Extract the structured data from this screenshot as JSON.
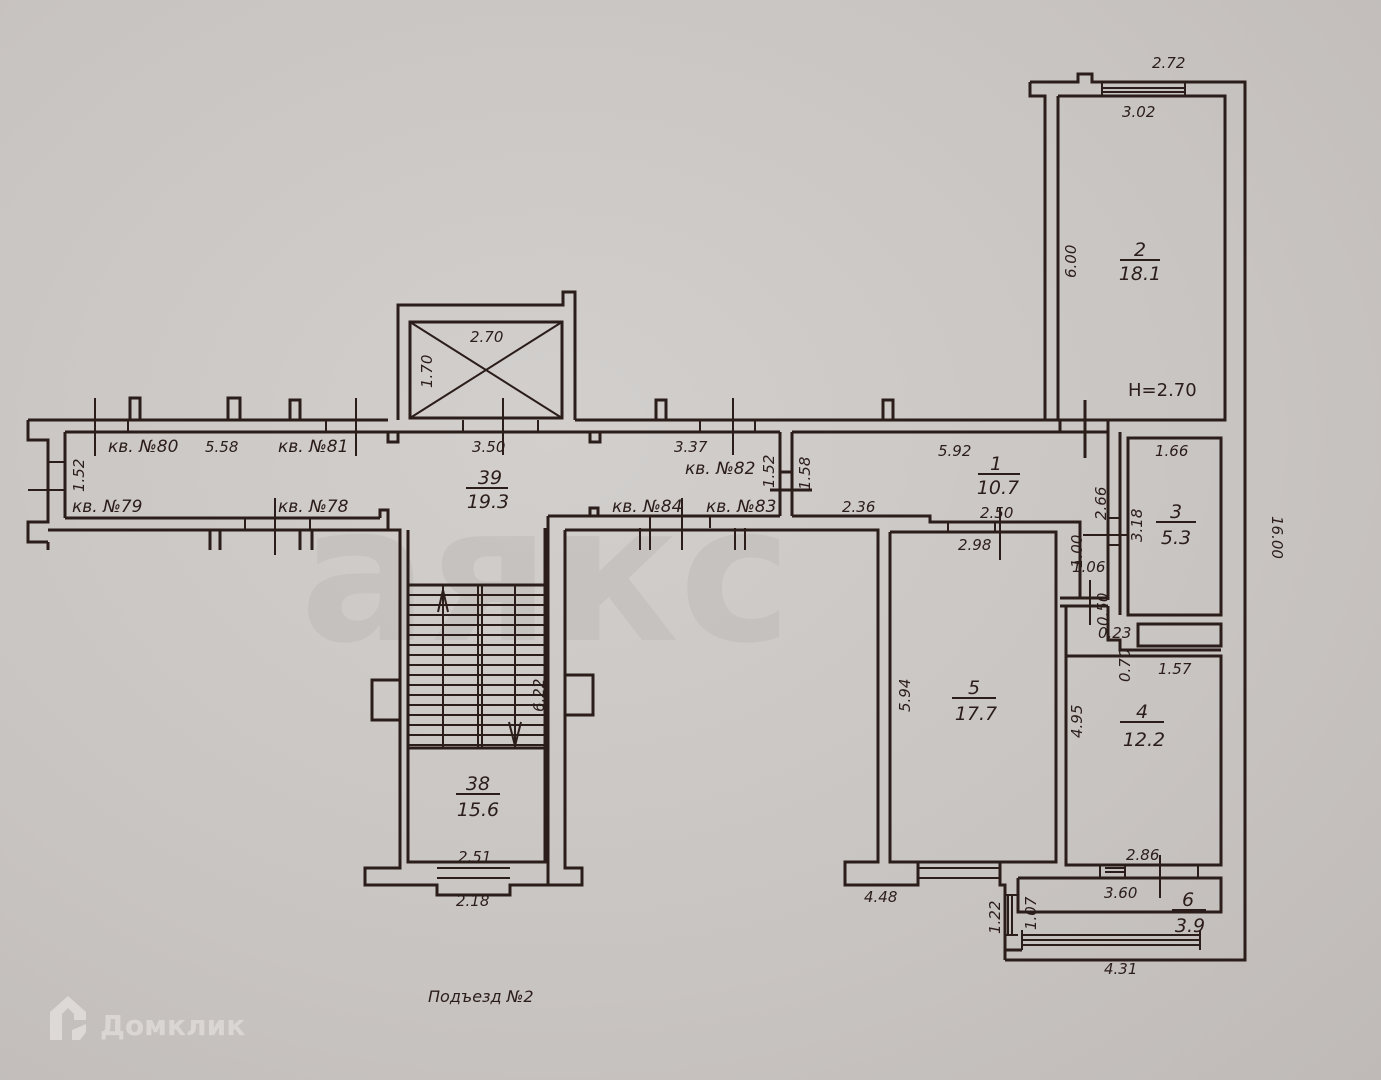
{
  "plan": {
    "entrance_label": "Подъезд №2",
    "ceiling_height": "H=2.70",
    "rooms": [
      {
        "number": "1",
        "area": "10.7"
      },
      {
        "number": "2",
        "area": "18.1"
      },
      {
        "number": "3",
        "area": "5.3"
      },
      {
        "number": "4",
        "area": "12.2"
      },
      {
        "number": "5",
        "area": "17.7"
      },
      {
        "number": "6",
        "area": "3.9"
      },
      {
        "number": "38",
        "area": "15.6"
      },
      {
        "number": "39",
        "area": "19.3"
      }
    ],
    "apartments": [
      "кв. №80",
      "кв. №81",
      "кв. №79",
      "кв. №78",
      "кв. №82",
      "кв. №84",
      "кв. №83"
    ],
    "dimensions": {
      "corridor_len": "5.58",
      "corridor_width": "1.52",
      "lift_width": "2.70",
      "lift_depth": "1.70",
      "hall_39_width": "3.50",
      "hall_right": "3.37",
      "hall_82_w": "1.52",
      "room1_w_left": "1.58",
      "room1_len": "5.92",
      "room1_bottom": "2.36",
      "door_250": "2.50",
      "room5_top": "2.98",
      "room5_h": "5.94",
      "room5_bottom": "4.48",
      "room2_top_ext": "2.72",
      "room2_top": "3.02",
      "room2_h": "6.00",
      "room3_w": "1.66",
      "room3_h": "3.18",
      "hall_266": "2.66",
      "hall_100": "1.00",
      "hall_106": "1.06",
      "hall_050": "0.50",
      "hall_023": "0.23",
      "hall_070": "0.70",
      "room4_top": "1.57",
      "room4_h": "4.95",
      "room4_bottom": "2.86",
      "balcony_w": "3.60",
      "balcony_ext": "4.31",
      "balcony_side_ext": "1.22",
      "balcony_side": "1.07",
      "total_len": "16.00",
      "stair_len": "6.22",
      "stair_top": "2.51",
      "stair_bottom": "2.18"
    }
  },
  "watermark": {
    "brand": "Домклик",
    "center_mark": "аякс"
  }
}
